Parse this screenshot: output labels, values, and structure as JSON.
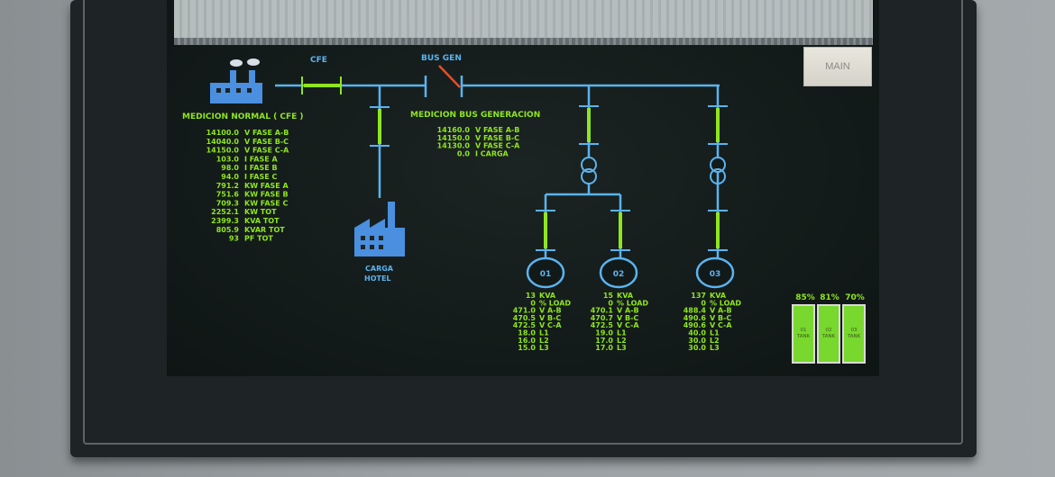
{
  "cfe": {
    "label": "CFE",
    "section_title": "MEDICION NORMAL ( CFE )",
    "rows": [
      {
        "value": "14100.0",
        "label": "V FASE A-B"
      },
      {
        "value": "14040.0",
        "label": "V FASE B-C"
      },
      {
        "value": "14150.0",
        "label": "V FASE C-A"
      },
      {
        "value": "103.0",
        "label": "I FASE A"
      },
      {
        "value": "98.0",
        "label": "I FASE B"
      },
      {
        "value": "94.0",
        "label": "I FASE C"
      },
      {
        "value": "791.2",
        "label": "KW FASE A"
      },
      {
        "value": "751.6",
        "label": "KW FASE B"
      },
      {
        "value": "709.3",
        "label": "KW FASE C"
      },
      {
        "value": "2252.1",
        "label": "KW TOT"
      },
      {
        "value": "2399.3",
        "label": "KVA TOT"
      },
      {
        "value": "805.9",
        "label": "KVAR TOT"
      },
      {
        "value": "93",
        "label": "PF TOT"
      }
    ]
  },
  "bus_gen": {
    "label": "BUS GEN",
    "section_title": "MEDICION BUS GENERACION",
    "rows": [
      {
        "value": "14160.0",
        "label": "V FASE A-B"
      },
      {
        "value": "14150.0",
        "label": "V FASE B-C"
      },
      {
        "value": "14130.0",
        "label": "V FASE C-A"
      },
      {
        "value": "0.0",
        "label": "I CARGA"
      }
    ]
  },
  "load": {
    "line1": "CARGA",
    "line2": "HOTEL"
  },
  "generators": [
    {
      "id": "01",
      "kva": "13",
      "load": "0",
      "vab": "471.0",
      "vbc": "470.5",
      "vca": "472.5",
      "l1": "18.0",
      "l2": "16.0",
      "l3": "15.0"
    },
    {
      "id": "02",
      "kva": "15",
      "load": "0",
      "vab": "470.1",
      "vbc": "470.7",
      "vca": "472.5",
      "l1": "19.0",
      "l2": "17.0",
      "l3": "17.0"
    },
    {
      "id": "03",
      "kva": "137",
      "load": "0",
      "vab": "488.4",
      "vbc": "490.6",
      "vca": "490.6",
      "l1": "40.0",
      "l2": "30.0",
      "l3": "30.0"
    }
  ],
  "gen_labels": {
    "kva": "KVA",
    "load": "% LOAD",
    "vab": "V A-B",
    "vbc": "V B-C",
    "vca": "V C-A",
    "l1": "L1",
    "l2": "L2",
    "l3": "L3"
  },
  "tanks": [
    {
      "percent": "85%",
      "level": 0.85,
      "line1": "01",
      "line2": "TANK"
    },
    {
      "percent": "81%",
      "level": 0.81,
      "line1": "02",
      "line2": "TANK"
    },
    {
      "percent": "70%",
      "level": 0.7,
      "line1": "03",
      "line2": "TANK"
    }
  ],
  "main_button": "MAIN",
  "colors": {
    "green": "#8fe51f",
    "blue": "#5bb3f0",
    "red": "#e0502a"
  }
}
